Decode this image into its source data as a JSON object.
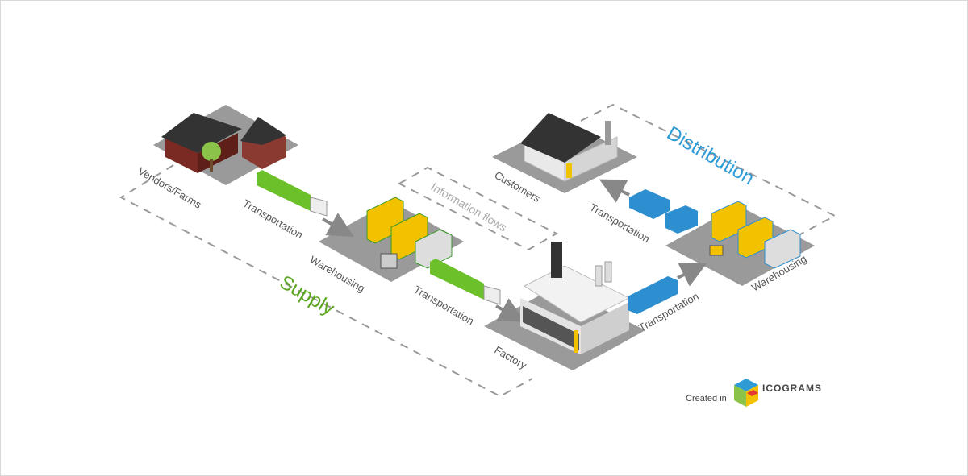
{
  "labels": {
    "vendors": "Vendors/Farms",
    "transport1": "Transportation",
    "warehouse1": "Warehousing",
    "transport2": "Transportation",
    "factory": "Factory",
    "transport3": "Transportation",
    "warehouse2": "Warehousing",
    "transport4": "Transportation",
    "customers": "Customers",
    "info_flows": "Information flows"
  },
  "groups": {
    "supply": "Supply",
    "distribution": "Distribution"
  },
  "credit": {
    "prefix": "Created in",
    "brand": "ICOGRAMS"
  },
  "colors": {
    "supply": "#5aa51e",
    "distribution": "#2e9bd6",
    "platform": "#9a9a9a",
    "truck_green": "#6cc02a",
    "truck_blue": "#2e8fd0",
    "barn": "#7a2a22",
    "shelf_yellow": "#f2c200"
  }
}
